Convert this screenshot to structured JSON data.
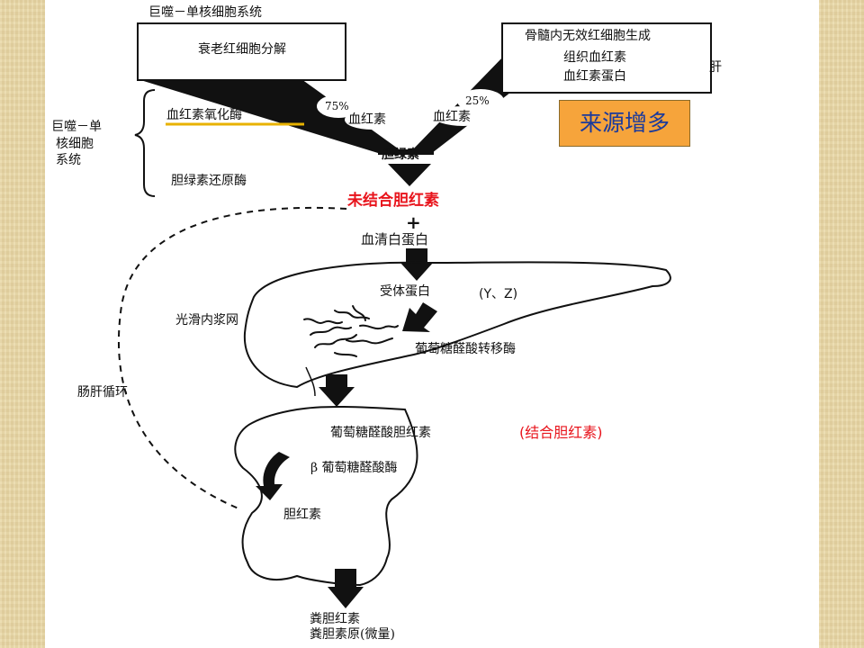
{
  "diagram": {
    "top_label": "巨噬－单核细胞系统",
    "box_left": "衰老红细胞分解",
    "box_right_title": "骨髓内无效红细胞生成",
    "box_right_line1": "组织血红素",
    "box_right_line2": "血红素蛋白",
    "liver_label": "肝",
    "pct_left": "75%",
    "pct_right": "25%",
    "heme_left": "血红素",
    "heme_right": "血红素",
    "enzyme_system_lines": [
      "巨噬－单",
      "核细胞",
      "系统"
    ],
    "enzyme1": "血红素氧化酶",
    "enzyme2": "胆绿素还原酶",
    "biliverdin": "胆绿素",
    "unconjugated": "未结合胆红素",
    "plus": "+",
    "albumin": "血清白蛋白",
    "receptor": "受体蛋白",
    "receptor_yz": "(Y、Z)",
    "ser": "光滑内浆网",
    "transferase": "葡萄糖醛酸转移酶",
    "enterohepatic": "肠肝循环",
    "conjugated_name": "葡萄糖醛酸胆红素",
    "conjugated_note": "(结合胆红素)",
    "glucuronidase": "β 葡萄糖醛酸酶",
    "bilirubin": "胆红素",
    "fecal1": "粪胆红素",
    "fecal2": "粪胆素原(微量)"
  },
  "callout": {
    "label": "来源增多",
    "bg": "#f6a43b",
    "text_color": "#1b3a9c"
  },
  "colors": {
    "highlight_underline": "#e8b200",
    "red_text": "#e8141c"
  }
}
